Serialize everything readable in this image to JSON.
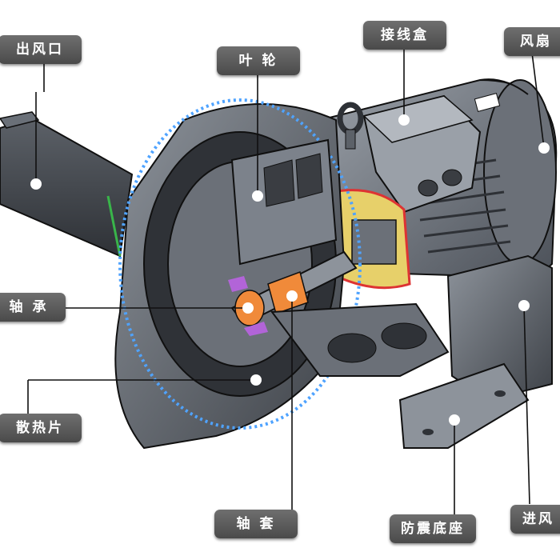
{
  "labels": {
    "outlet": "出风口",
    "impeller": "叶 轮",
    "junction_box": "接线盒",
    "fan": "风扇",
    "bearing": "轴 承",
    "heat_sink": "散热片",
    "sleeve": "轴 套",
    "base": "防震底座",
    "inlet": "进风"
  },
  "colors": {
    "label_bg": "#5a5a5a",
    "label_text": "#ffffff",
    "metal": "#7c828b",
    "metal_dark": "#3a3d42",
    "outline": "#101010",
    "blade_blue": "#4fa3ff",
    "stator_yellow": "#e7d06a",
    "sleeve_orange": "#f08a3a",
    "bearing_purple": "#b264d8",
    "seal_green": "#39b54a"
  }
}
